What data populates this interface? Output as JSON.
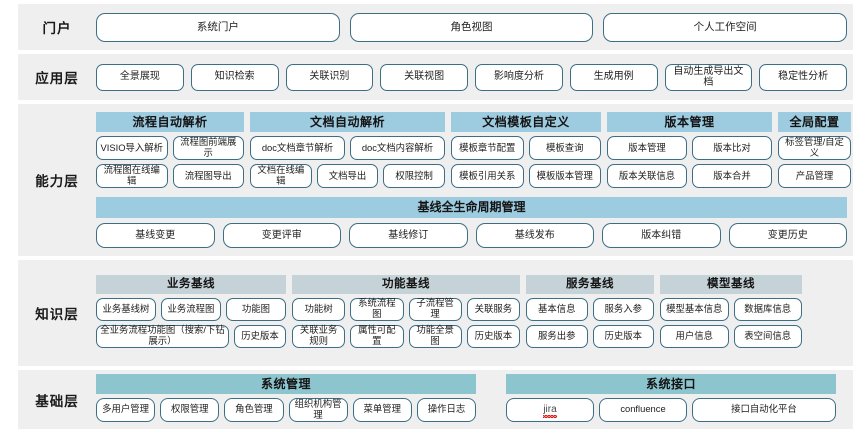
{
  "diagram": {
    "title": "系统架构分层图",
    "colors": {
      "band_background": "#efefef",
      "group_header_capability": "#9dcbdf",
      "group_header_knowledge": "#c5d2d8",
      "group_header_foundation": "#8cc5ce",
      "pill_border": "#3c6e85",
      "pill_fill": "#ffffff",
      "text": "#1a1a1a"
    }
  },
  "layers": {
    "portal": {
      "label": "门户",
      "items": [
        "系统门户",
        "角色视图",
        "个人工作空间"
      ]
    },
    "application": {
      "label": "应用层",
      "items": [
        "全景展现",
        "知识检索",
        "关联识别",
        "关联视图",
        "影响度分析",
        "生成用例",
        "自动生成导出文档",
        "稳定性分析"
      ]
    },
    "capability": {
      "label": "能力层",
      "groups": [
        {
          "header": "流程自动解析",
          "rows": [
            [
              "VISIO导入解析",
              "流程图前端展示"
            ],
            [
              "流程图在线编辑",
              "流程图导出"
            ]
          ]
        },
        {
          "header": "文档自动解析",
          "rows": [
            [
              "doc文档章节解析",
              "doc文档内容解析"
            ],
            [
              "文档在线编辑",
              "文档导出",
              "权限控制"
            ]
          ]
        },
        {
          "header": "文档模板自定义",
          "rows": [
            [
              "模板章节配置",
              "模板查询"
            ],
            [
              "模板引用关系",
              "模板版本管理"
            ]
          ]
        },
        {
          "header": "版本管理",
          "rows": [
            [
              "版本管理",
              "版本比对"
            ],
            [
              "版本关联信息",
              "版本合并"
            ]
          ]
        },
        {
          "header": "全局配置",
          "rows": [
            [
              "标签管理/自定义"
            ],
            [
              "产品管理"
            ]
          ]
        }
      ],
      "baseline": {
        "header": "基线全生命周期管理",
        "items": [
          "基线变更",
          "变更评审",
          "基线修订",
          "基线发布",
          "版本纠错",
          "变更历史"
        ]
      }
    },
    "knowledge": {
      "label": "知识层",
      "groups": [
        {
          "header": "业务基线",
          "rows": [
            [
              "业务基线树",
              "业务流程图",
              "功能图"
            ],
            [
              "全业务流程功能图（搜索/下钻展示）",
              "历史版本"
            ]
          ]
        },
        {
          "header": "功能基线",
          "rows": [
            [
              "功能树",
              "系统流程图",
              "子流程管理",
              "关联服务"
            ],
            [
              "关联业务规则",
              "属性可配置",
              "功能全景图",
              "历史版本"
            ]
          ]
        },
        {
          "header": "服务基线",
          "rows": [
            [
              "基本信息",
              "服务入参"
            ],
            [
              "服务出参",
              "历史版本"
            ]
          ]
        },
        {
          "header": "模型基线",
          "rows": [
            [
              "模型基本信息",
              "数据库信息"
            ],
            [
              "用户信息",
              "表空间信息"
            ]
          ]
        }
      ]
    },
    "foundation": {
      "label": "基础层",
      "groups": [
        {
          "header": "系统管理",
          "rows": [
            [
              "多用户管理",
              "权限管理",
              "角色管理",
              "组织机构管理",
              "菜单管理",
              "操作日志"
            ]
          ]
        },
        {
          "header": "系统接口",
          "rows": [
            [
              "jira",
              "confluence",
              "接口自动化平台"
            ]
          ],
          "misspelled": [
            "jira"
          ]
        }
      ]
    }
  }
}
